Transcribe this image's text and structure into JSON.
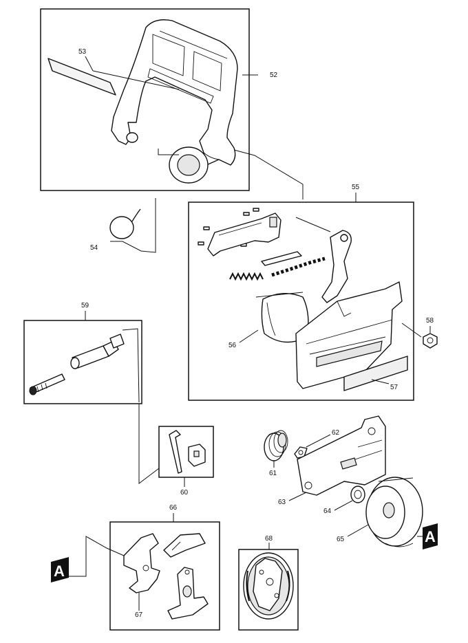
{
  "callouts": {
    "n52": "52",
    "n53": "53",
    "n54": "54",
    "n55": "55",
    "n56": "56",
    "n57": "57",
    "n58": "58",
    "n59": "59",
    "n60": "60",
    "n61": "61",
    "n62": "62",
    "n63": "63",
    "n64": "64",
    "n65": "65",
    "n66": "66",
    "n67": "67",
    "n68": "68"
  },
  "markers": {
    "left": "A",
    "right": "A"
  }
}
